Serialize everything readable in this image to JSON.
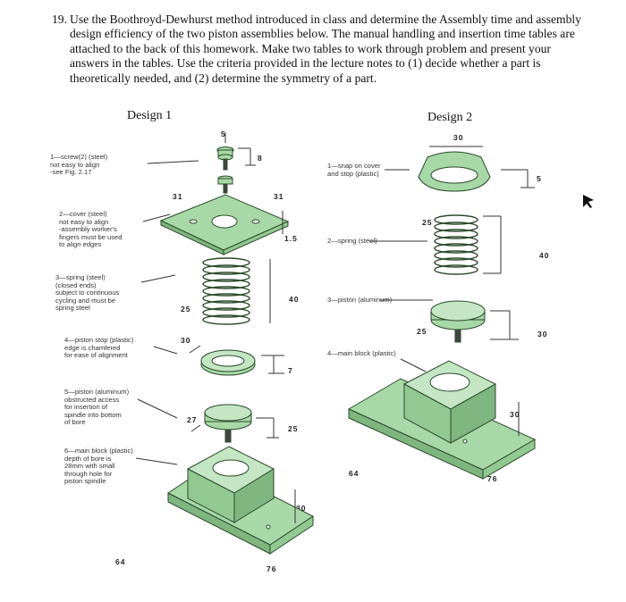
{
  "problem": {
    "number": "19.",
    "text": "Use the Boothroyd-Dewhurst method introduced in class and determine the Assembly time and assembly design efficiency of the two piston assemblies below. The manual handling and insertion time tables are attached to the back of this homework. Make two tables to work through problem and present your answers in the tables. Use the criteria provided in the lecture notes to (1) decide whether a part is theoretically needed, and (2) determine the symmetry of a part."
  },
  "design1": {
    "title": "Design 1",
    "labels": {
      "screw": "1—screw(2) (steel)\nnot easy to align\n-see Fig. 2.17",
      "cover": "2—cover (steel)\nnot easy to align\n-assembly worker's\nfingers must be used\nto align edges",
      "spring": "3—spring (steel)\n(closed ends)\nsubject to continuous\ncycling and must be\nspring steel",
      "stop": "4—piston stop (plastic)\nedge is chamfered\nfor ease of alignment",
      "piston": "5—piston (aluminum)\nobstructed access\nfor insertion of\nspindle into bottom\nof bore",
      "block": "6—main block (plastic)\ndepth of bore is\n28mm with small\nthrough hole for\npiston spindle"
    },
    "dims": {
      "screw_head": "5",
      "screw_len": "8",
      "cover_w1": "31",
      "cover_w2": "31",
      "cover_t": "1.5",
      "spring_len": "40",
      "spring_d": "25",
      "stop_d": "30",
      "stop_t": "7",
      "piston_d": "27",
      "piston_len": "25",
      "block_h": "30",
      "block_w": "64",
      "block_l": "76"
    }
  },
  "design2": {
    "title": "Design 2",
    "labels": {
      "snap": "1—snap on cover\nand stop (plastic)",
      "spring": "2—spring (steel)",
      "piston": "3—piston (aluminum)",
      "block": "4—main block (plastic)"
    },
    "dims": {
      "snap_d": "30",
      "snap_h": "5",
      "spring_d": "25",
      "spring_len": "40",
      "piston_d": "25",
      "piston_len": "30",
      "block_h": "30",
      "block_w": "64",
      "block_l": "76"
    }
  },
  "colors": {
    "part_fill": "#a8d8a8",
    "part_stroke": "#2a4a2a",
    "line": "#333333"
  }
}
